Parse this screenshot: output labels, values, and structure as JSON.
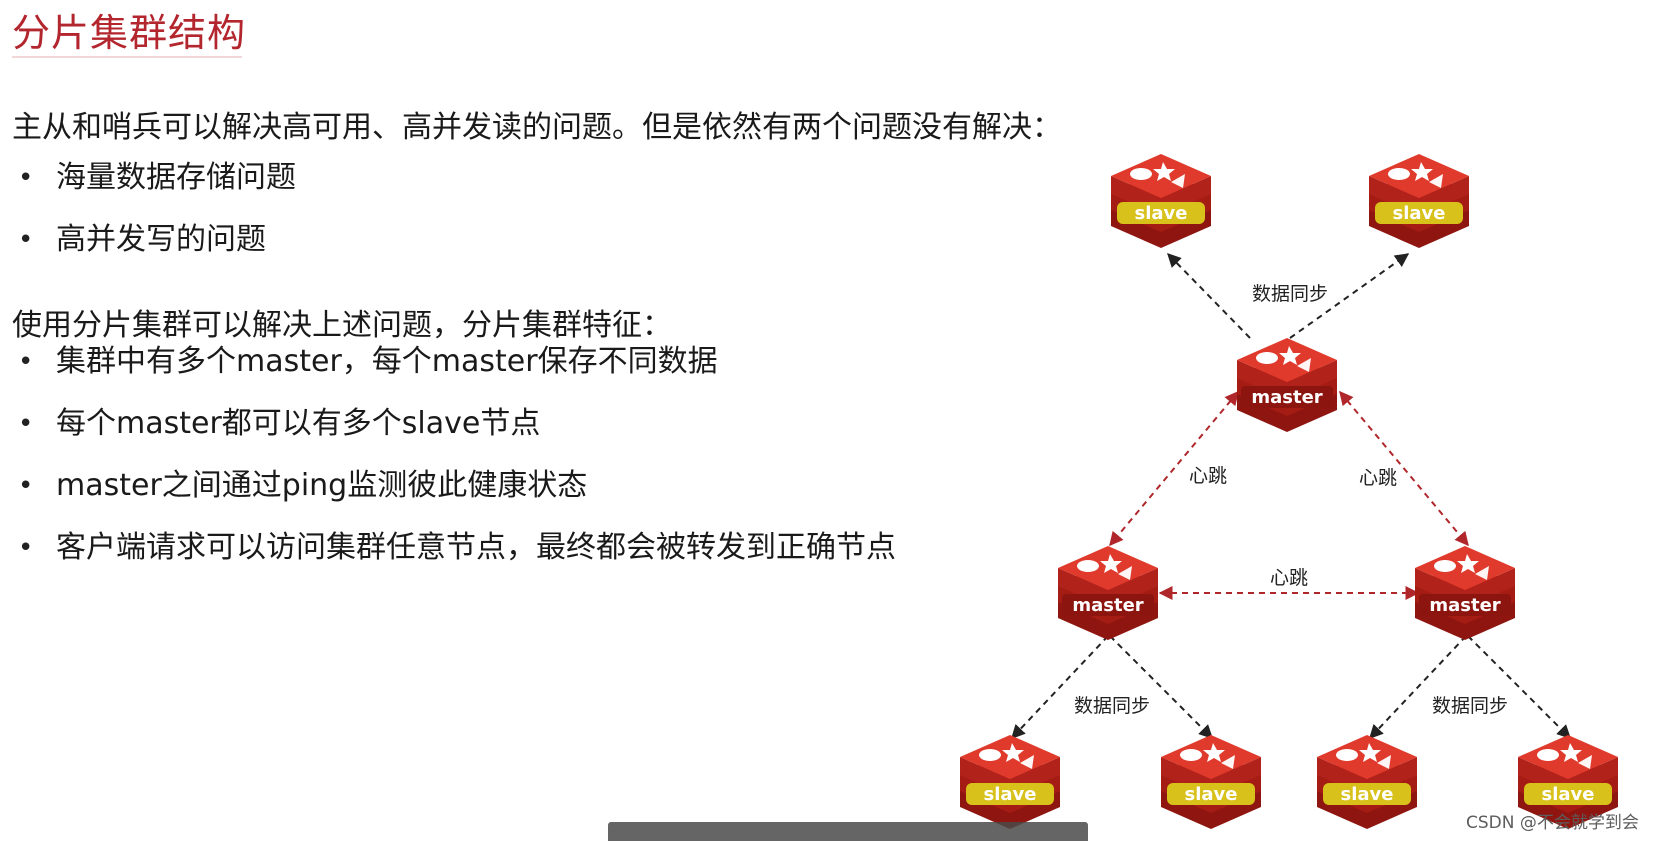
{
  "title": "分片集群结构",
  "intro": "主从和哨兵可以解决高可用、高并发读的问题。但是依然有两个问题没有解决：",
  "problems": [
    "海量数据存储问题",
    "高并发写的问题"
  ],
  "features_heading": "使用分片集群可以解决上述问题，分片集群特征：",
  "features": [
    "集群中有多个master，每个master保存不同数据",
    "每个master都可以有多个slave节点",
    "master之间通过ping监测彼此健康状态",
    "客户端请求可以访问集群任意节点，最终都会被转发到正确节点"
  ],
  "bullet_glyph": "•",
  "diagram": {
    "node_labels": {
      "master": "master",
      "slave": "slave"
    },
    "edge_labels": {
      "sync": "数据同步",
      "heartbeat": "心跳"
    }
  },
  "watermark": "CSDN @不会就学到会",
  "colors": {
    "title": "#b3262e",
    "redis_red": "#d42a20",
    "redis_dark": "#8f1610",
    "slave_band": "#d8c11a",
    "master_band": "#8c150f",
    "heartbeat_line": "#b0272b",
    "sync_line": "#222222"
  }
}
